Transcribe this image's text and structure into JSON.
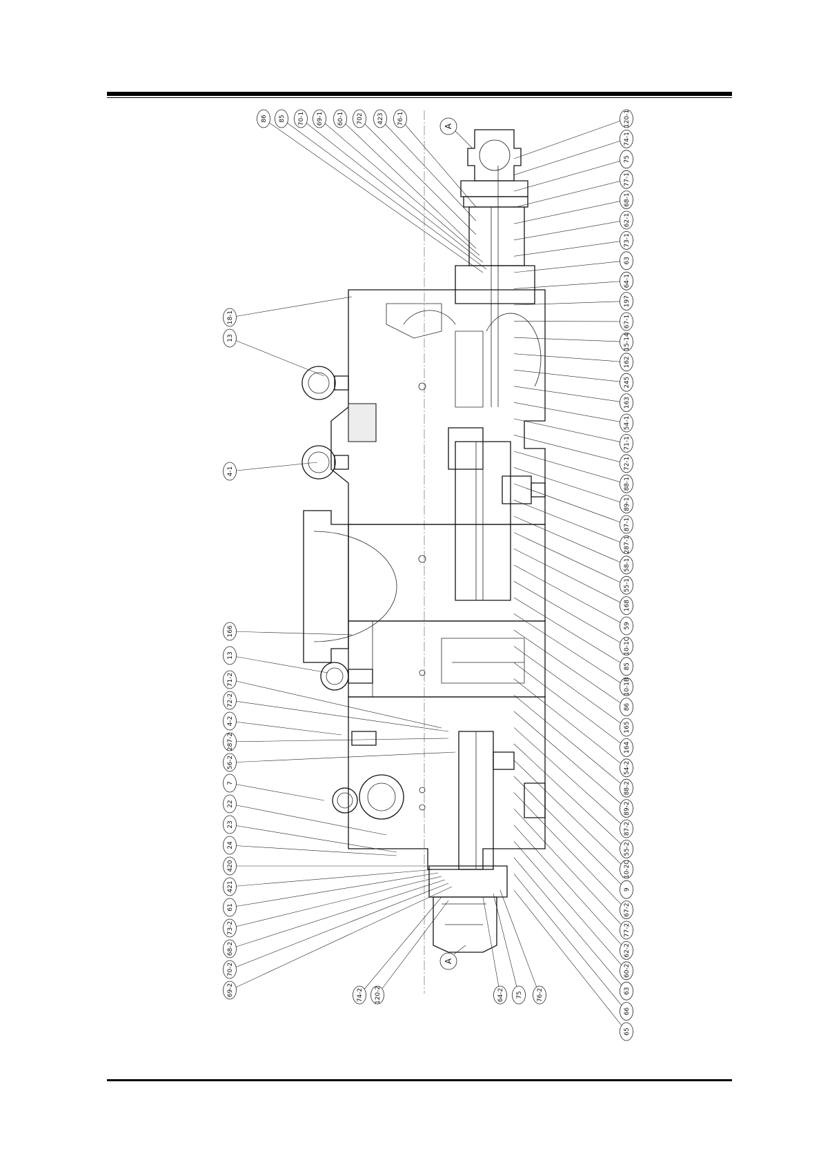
{
  "drawing": {
    "view_marks": [
      "A",
      "A"
    ],
    "labels_left": [
      "86",
      "85",
      "70-1",
      "69-1",
      "60-1",
      "702",
      "423",
      "76-1",
      "18-1",
      "13",
      "4-1",
      "166",
      "13",
      "71-2",
      "72-2",
      "4-2",
      "287-2",
      "56-2",
      "7",
      "22",
      "23",
      "24",
      "420",
      "421",
      "61",
      "73-2",
      "68-2",
      "70-2",
      "69-2"
    ],
    "labels_bottom": [
      "74-2",
      "120-2",
      "64-2",
      "75",
      "76-2"
    ],
    "labels_right": [
      "120-1",
      "74-1",
      "75",
      "77-1",
      "68-1",
      "62-1",
      "73-1",
      "63",
      "64-1",
      "197",
      "67-1",
      "15-14",
      "162",
      "245",
      "163",
      "54-1",
      "71-1",
      "72-1",
      "88-1",
      "89-1",
      "87-1",
      "287-1",
      "58-1",
      "55-1",
      "168",
      "59",
      "10-1C",
      "85",
      "10-1B",
      "86",
      "165",
      "164",
      "54-2",
      "88-2",
      "89-2",
      "87-2",
      "55-2",
      "10-2C",
      "9",
      "67-2",
      "77-2",
      "62-2",
      "60-2",
      "63",
      "66",
      "65"
    ]
  }
}
